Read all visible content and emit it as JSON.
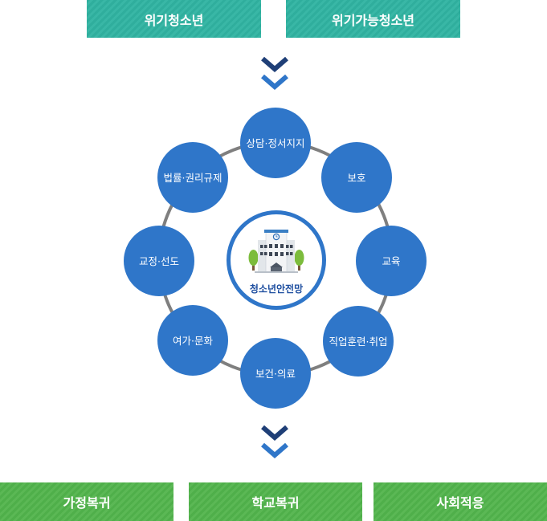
{
  "top": [
    "위기청소년",
    "위기가능청소년"
  ],
  "center": {
    "label": "청소년안전망",
    "icon": "school-building-icon"
  },
  "nodes": [
    {
      "label": "상담·정서지지"
    },
    {
      "label": "보호"
    },
    {
      "label": "교육"
    },
    {
      "label": "직업훈련·취업"
    },
    {
      "label": "보건·의료"
    },
    {
      "label": "여가·문화"
    },
    {
      "label": "교정·선도"
    },
    {
      "label": "법률·권리규제"
    }
  ],
  "bottom": [
    "가정복귀",
    "학교복귀",
    "사회적응"
  ],
  "colors": {
    "teal": "#39b7a6",
    "green": "#5bb855",
    "node_blue": "#2f76c9",
    "chevron_dark": "#1f3f77",
    "chevron_blue": "#2f76c9",
    "ring_gray": "#7f7f7f"
  }
}
